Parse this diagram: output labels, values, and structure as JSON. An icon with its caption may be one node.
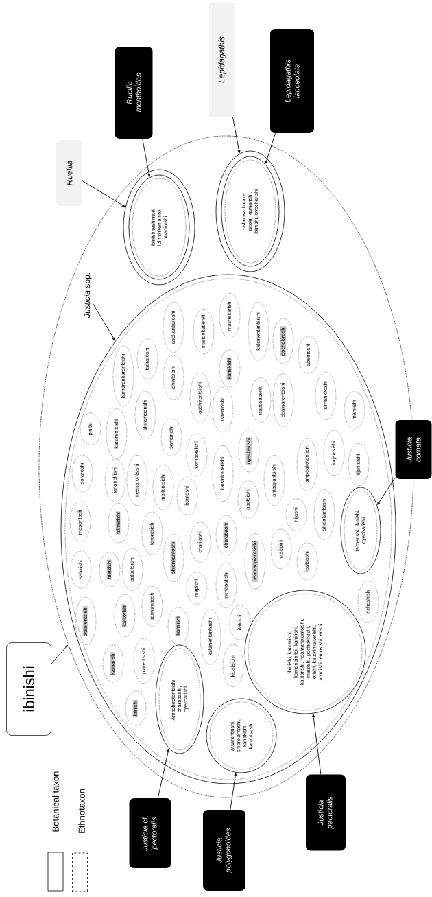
{
  "diagram": {
    "nodes": [
      {
        "text": [
          "ibinishi"
        ]
      },
      {
        "text": [],
        "shape": "ellipse"
      },
      {
        "text": [
          "Ruellia"
        ]
      },
      {
        "text": [
          "Ruellia menthoides"
        ]
      },
      {
        "text": [
          "Lepidagathis"
        ]
      },
      {
        "text": [
          "Lepidagathis lanceolata"
        ]
      },
      {
        "text": [],
        "shape": "ellipse",
        "in": 1
      },
      {
        "text": [
          "ibinishiteshintori, ibinishitemaniro, maniroshi"
        ],
        "in": 6
      },
      {
        "text": [],
        "shape": "ellipse",
        "in": 1
      },
      {
        "text": [
          "oshonka kotake aitoki, kamarishi, ibinishi, oyecharishi"
        ],
        "in": 8
      },
      {
        "text": [
          "*Justicia* spp."
        ],
        "in": 1
      },
      {
        "text": [],
        "shape": "ellipse",
        "in": 1
      },
      {
        "text": [
          "katsirentsishi"
        ],
        "in": 11
      },
      {
        "text": [
          "pinitsi"
        ],
        "in": 11
      },
      {
        "text": [
          "kamarankarontsishi"
        ],
        "in": 11
      },
      {
        "text": [
          "tsoraroshi"
        ],
        "in": 11
      },
      {
        "text": [
          "asokantiaroshi"
        ],
        "in": 11
      },
      {
        "text": [
          "ishintsipini"
        ],
        "in": 11
      },
      {
        "text": [
          "shiramparishi"
        ],
        "in": 11
      },
      {
        "text": [
          "manonkabenki"
        ],
        "in": 11
      },
      {
        "text": [
          "oashirentsishi"
        ],
        "in": 11
      },
      {
        "text": [
          "mashekarishi"
        ],
        "in": 11
      },
      {
        "text": [
          "kanekishi"
        ],
        "in": 11
      },
      {
        "text": [
          "tsitenirishi"
        ],
        "in": 11
      },
      {
        "text": [
          "katsinentantsishi"
        ],
        "in": 11
      },
      {
        "text": [
          "traposabenki"
        ],
        "in": 11
      },
      {
        "text": [
          "pochokiroshi"
        ],
        "in": 11
      },
      {
        "text": [
          "obainarentsishi"
        ],
        "in": 11
      },
      {
        "text": [
          "abentoshi"
        ],
        "in": 11
      },
      {
        "text": [
          "tsimenkitoshi"
        ],
        "in": 11
      },
      {
        "text": [
          "manijishi"
        ],
        "in": 11
      },
      {
        "text": [
          "soraroshi"
        ],
        "in": 11
      },
      {
        "text": [
          "jananekishi"
        ],
        "in": 11
      },
      {
        "text": [
          "neanarontsishi"
        ],
        "in": 11
      },
      {
        "text": [
          "samanishi"
        ],
        "in": 11
      },
      {
        "text": [
          "moitontsishi"
        ],
        "in": 11
      },
      {
        "text": [
          "sompotsishi"
        ],
        "in": 11
      },
      {
        "text": [
          "ibanteshi"
        ],
        "in": 11
      },
      {
        "text": [
          "katsinkaiterishi"
        ],
        "in": 11
      },
      {
        "text": [
          "oyecharishi"
        ],
        "in": 11
      },
      {
        "text": [
          "abotsishi"
        ],
        "in": 11
      },
      {
        "text": [
          "ampajiantsishi"
        ],
        "in": 11
      },
      {
        "text": [
          "ampeakotantiari"
        ],
        "in": 11
      },
      {
        "text": [
          "irajantsishi"
        ],
        "in": 11
      },
      {
        "text": [
          "tijantsishi"
        ],
        "in": 11
      },
      {
        "text": [
          "nijashi"
        ],
        "in": 11
      },
      {
        "text": [
          "shipokantsishi"
        ],
        "in": 11
      },
      {
        "text": [
          "masontoshi"
        ],
        "in": 11
      },
      {
        "text": [
          "tsimerishi"
        ],
        "in": 11
      },
      {
        "text": [
          "tarontsishi"
        ],
        "in": 11
      },
      {
        "text": [
          "shienkantoshi"
        ],
        "in": 11
      },
      {
        "text": [
          "charijashi"
        ],
        "in": 11
      },
      {
        "text": [
          "charabashi"
        ],
        "in": 11
      },
      {
        "text": [
          "neamanpiantsishi"
        ],
        "in": 11
      },
      {
        "text": [
          "otsitipini"
        ],
        "in": 11
      },
      {
        "text": [
          "ibatsashi"
        ],
        "in": 11
      },
      {
        "text": [
          "sabirishi"
        ],
        "in": 11
      },
      {
        "text": [
          "matsishi"
        ],
        "in": 11
      },
      {
        "text": [
          "patsetsishi"
        ],
        "in": 11
      },
      {
        "text": [
          "mapishi"
        ],
        "in": 11
      },
      {
        "text": [
          "inchapatishi"
        ],
        "in": 11
      },
      {
        "text": [
          "inchashishi"
        ],
        "in": 11
      },
      {
        "text": [
          "atsarentsishi"
        ],
        "in": 11
      },
      {
        "text": [
          "katitorishi"
        ],
        "in": 11
      },
      {
        "text": [
          "samamposhi"
        ],
        "in": 11
      },
      {
        "text": [
          "kanirishi"
        ],
        "in": 11
      },
      {
        "text": [
          "satanentantsishi"
        ],
        "in": 11
      },
      {
        "text": [
          "itakishi"
        ],
        "in": 11
      },
      {
        "text": [
          "kamarishi"
        ],
        "in": 11
      },
      {
        "text": [
          "piarentsishi"
        ],
        "in": 11
      },
      {
        "text": [
          "kipatsipini"
        ],
        "in": 11
      },
      {
        "text": [
          "ibinishi"
        ],
        "in": 11
      },
      {
        "text": [
          "tsimerishi, ibinishi, oyecharishi"
        ],
        "in": 11
      },
      {
        "text": [
          "Amashiretantsishi, charabashi, oyecharishi"
        ],
        "in": 11
      },
      {
        "text": [
          "atsarentsishi, shienkantoshi, kanekishi, karentsashi"
        ],
        "in": 11
      },
      {
        "text": [
          "ibinishi, kamarishi, kamaripinitsi, kanirishi, katitorishi, neamanpiantsishi, matsishi, pochokiroshi, erishi, katsirinkaiterishi, aronishi, emokishi, erishi"
        ],
        "in": 11
      },
      {
        "text": [
          "Justicia comata"
        ]
      },
      {
        "text": [
          "*Justicia* cf. *pectoralis*"
        ]
      },
      {
        "text": [
          "Justicia polygonoides"
        ]
      },
      {
        "text": [
          "Justicia pectoralis"
        ]
      }
    ],
    "edges": [
      {
        "from": 0,
        "to": 1,
        "arrow": "to"
      },
      {
        "from": 2,
        "to": 6,
        "arrow": "to"
      },
      {
        "from": 3,
        "to": 7,
        "arrow": "to"
      },
      {
        "from": 4,
        "to": 8,
        "arrow": "to"
      },
      {
        "from": 5,
        "to": 9,
        "arrow": "to"
      },
      {
        "from": 10,
        "to": 11,
        "arrow": "to"
      },
      {
        "from": 76,
        "to": 72,
        "arrow": "to"
      },
      {
        "from": 77,
        "to": 73,
        "arrow": "to"
      },
      {
        "from": 78,
        "to": 74,
        "arrow": "to"
      },
      {
        "from": 79,
        "to": 75,
        "arrow": "to"
      }
    ],
    "legend": [
      {
        "text": "Botanical taxon"
      },
      {
        "text": "Ethnotaxon"
      }
    ]
  }
}
